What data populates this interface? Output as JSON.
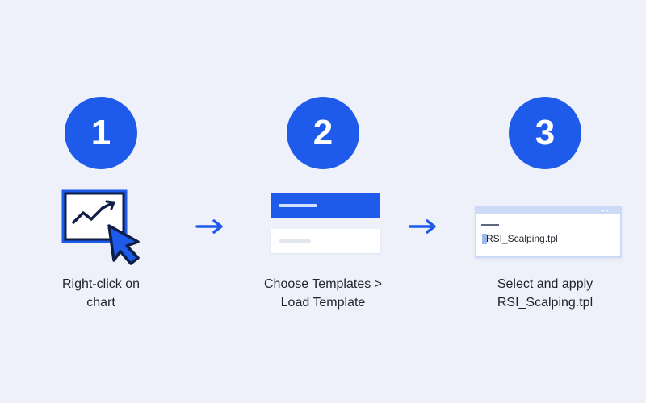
{
  "colors": {
    "background": "#eef1f9",
    "accent": "#1f5bea",
    "text": "#1e232b"
  },
  "steps": [
    {
      "number": "1",
      "icon": "chart-cursor-icon",
      "caption_lines": [
        "Right-click on",
        "chart"
      ]
    },
    {
      "number": "2",
      "icon": "menu-icon",
      "caption_lines": [
        "Choose Templates >",
        "Load Template"
      ]
    },
    {
      "number": "3",
      "icon": "file-dialog-icon",
      "filename": "RSI_Scalping.tpl",
      "caption_lines": [
        "Select and apply",
        "RSI_Scalping.tpl"
      ]
    }
  ],
  "arrows": [
    "arrow-right-icon",
    "arrow-right-icon"
  ]
}
